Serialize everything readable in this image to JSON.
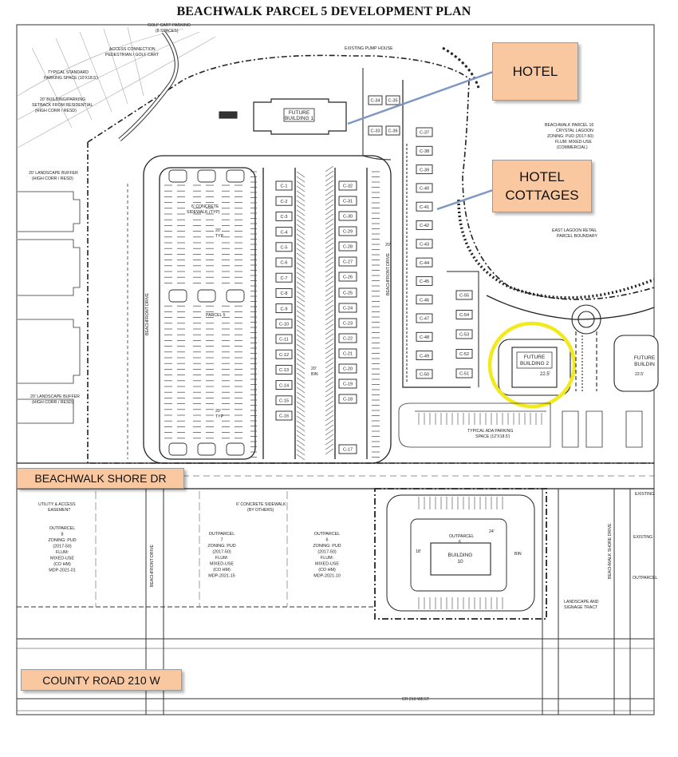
{
  "title": "BEACHWALK PARCEL 5 DEVELOPMENT PLAN",
  "callouts": {
    "hotel": "HOTEL",
    "cottages_line1": "HOTEL",
    "cottages_line2": "COTTAGES",
    "beachwalk_shore_dr": "BEACHWALK SHORE DR",
    "county_road": "COUNTY ROAD 210 W"
  },
  "buildings": {
    "future_1_line1": "FUTURE",
    "future_1_line2": "BUILDING 1",
    "future_2_line1": "FUTURE",
    "future_2_line2": "BUILDING 2",
    "future_east_line1": "FUTURE",
    "future_east_line2": "BUILDIN",
    "building_10_line1": "BUILDING",
    "building_10_line2": "10"
  },
  "cottages": {
    "west_column": [
      "C-1",
      "C-2",
      "C-3",
      "C-4",
      "C-5",
      "C-6",
      "C-7",
      "C-8",
      "C-9",
      "C-10",
      "C-11",
      "C-12",
      "C-13",
      "C-14",
      "C-15",
      "C-16"
    ],
    "center_column": [
      "C-32",
      "C-31",
      "C-30",
      "C-29",
      "C-28",
      "C-27",
      "C-26",
      "C-25",
      "C-24",
      "C-23",
      "C-22",
      "C-21",
      "C-20",
      "C-19",
      "C-18",
      "C-17"
    ],
    "top_rows": [
      "C-34",
      "C-35",
      "C-33",
      "C-36"
    ],
    "east_column": [
      "C-37",
      "C-38",
      "C-39",
      "C-40",
      "C-41",
      "C-42",
      "C-43",
      "C-44",
      "C-45",
      "C-46",
      "C-47",
      "C-48",
      "C-49",
      "C-50"
    ],
    "far_east_column": [
      "C-55",
      "C-54",
      "C-53",
      "C-52",
      "C-51"
    ]
  },
  "notes": {
    "golf_cart": "GOLF CART PARKING",
    "golf_cart_spaces": "(8 SPACES)",
    "access_1": "ACCESS CONNECTION",
    "access_2": "PEDESTRIAN / GOLF CART",
    "typ_parking_1": "TYPICAL STANDARD",
    "typ_parking_2": "PARKING SPACE (10'X18.5')",
    "setback_1": "20' BUILDING/PARKING",
    "setback_2": "SETBACK FROM RESIDENTIAL",
    "setback_3": "(HIGH CORR / RESD)",
    "pump_house": "EXISTING PUMP HOUSE",
    "buffer_top_1": "20' LANDSCAPE BUFFER",
    "buffer_top_2": "(HIGH CORR / RESD)",
    "sidewalk_1": "6' CONCRETE",
    "sidewalk_2": "SIDEWALK (TYP)",
    "twenty_typ": "20'",
    "typ": "TYP",
    "parcel_5": "PARCEL 5",
    "bin": "BIN",
    "front_drive": "BEACHFRONT DRIVE",
    "bw_parcel_1": "BEACHWALK PARCEL 16",
    "bw_parcel_2": "CRYSTAL LAGOON",
    "bw_parcel_3": "ZONING: PUD (2017-50)",
    "bw_parcel_4": "FLUM: MIXED-USE",
    "bw_parcel_5": "(COMMERCIAL)",
    "east_lagoon_1": "EAST LAGOON RETAIL",
    "east_lagoon_2": "PARCEL BOUNDARY",
    "buffer_bottom_1": "20' LANDSCAPE BUFFER",
    "buffer_bottom_2": "(HIGH CORR / RESD)",
    "ada_1": "TYPICAL ADA PARKING",
    "ada_2": "SPACE (12'X18.5')",
    "utility_1": "UTILITY & ACCESS",
    "utility_2": "EASEMENT",
    "sidewalk_by_others_1": "6' CONCRETE SIDEWALK",
    "sidewalk_by_others_2": "(BY OTHERS)",
    "landscape_tract_1": "LANDSCAPE AND",
    "landscape_tract_2": "SIGNAGE TRACT",
    "cr_label": "CR 210 WEST",
    "existing": "EXISTING",
    "dim_22": "22.5'",
    "dim_24": "24'",
    "dim_18": "18'",
    "shore_drive_vertical": "BEACHWALK SHORE DRIVE",
    "front_drive_lower": "BEACHFRONT DRIVE",
    "outparcel_8": [
      "OUTPARCEL",
      "8",
      "ZONING: PUD",
      "(2017-50)",
      "FLUM:",
      "MIXED-USE",
      "(CO HM)",
      "MDP-2021-01"
    ],
    "outparcel_7": [
      "OUTPARCEL",
      "7",
      "ZONING: PUD",
      "(2017-50)",
      "FLUM:",
      "MIXED-USE",
      "(CO HM)",
      "MDP-2021-15"
    ],
    "outparcel_6": [
      "OUTPARCEL",
      "6",
      "ZONING: PUD",
      "(2017-50)",
      "FLUM:",
      "MIXED-USE",
      "(CO HM)",
      "MDP-2021-10"
    ],
    "outparcel_9": "OUTPARCEL"
  },
  "colors": {
    "callout_fill": "#f9c8a0",
    "highlight": "#f2ea1d",
    "linework": "#222222"
  }
}
